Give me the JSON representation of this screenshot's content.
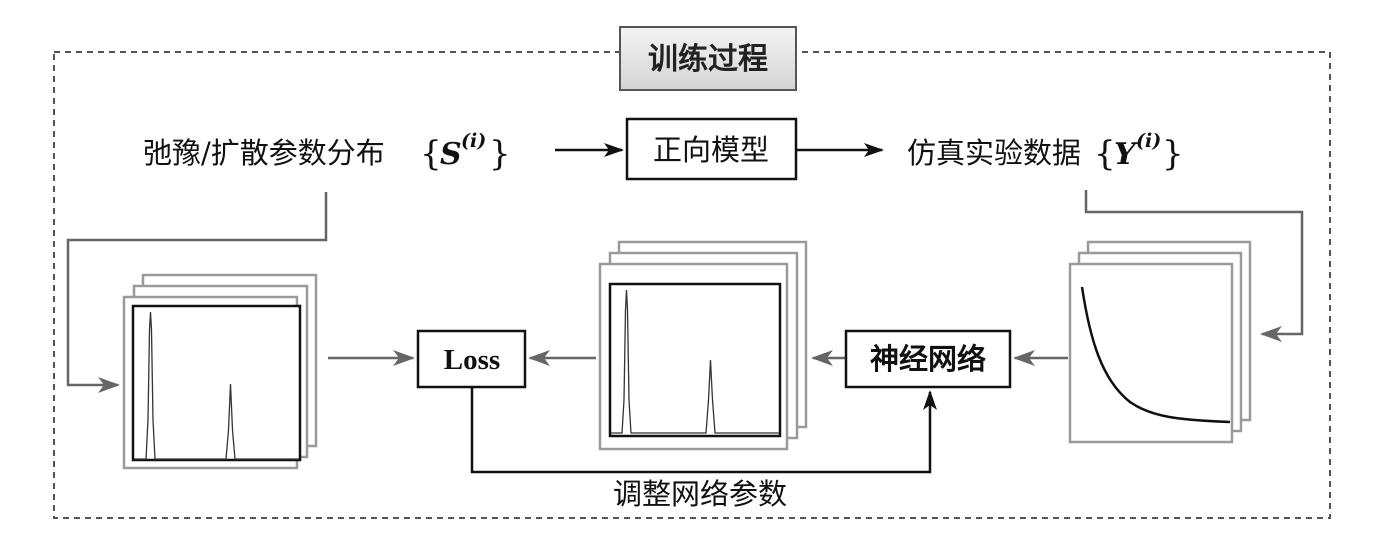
{
  "title": "训练过程",
  "nodes": {
    "input_label": "弛豫/扩散参数分布",
    "input_symbol": "S",
    "superscript": "(i)",
    "forward_model": "正向模型",
    "output_label": "仿真实验数据",
    "output_symbol": "Y",
    "loss": "Loss",
    "neural_network": "神经网络",
    "adjust_label": "调整网络参数"
  },
  "colors": {
    "frame": "#555555",
    "gray_arrow": "#666666",
    "title_fill": "#e4e4e4",
    "stack_border": "#9a9a9a"
  }
}
